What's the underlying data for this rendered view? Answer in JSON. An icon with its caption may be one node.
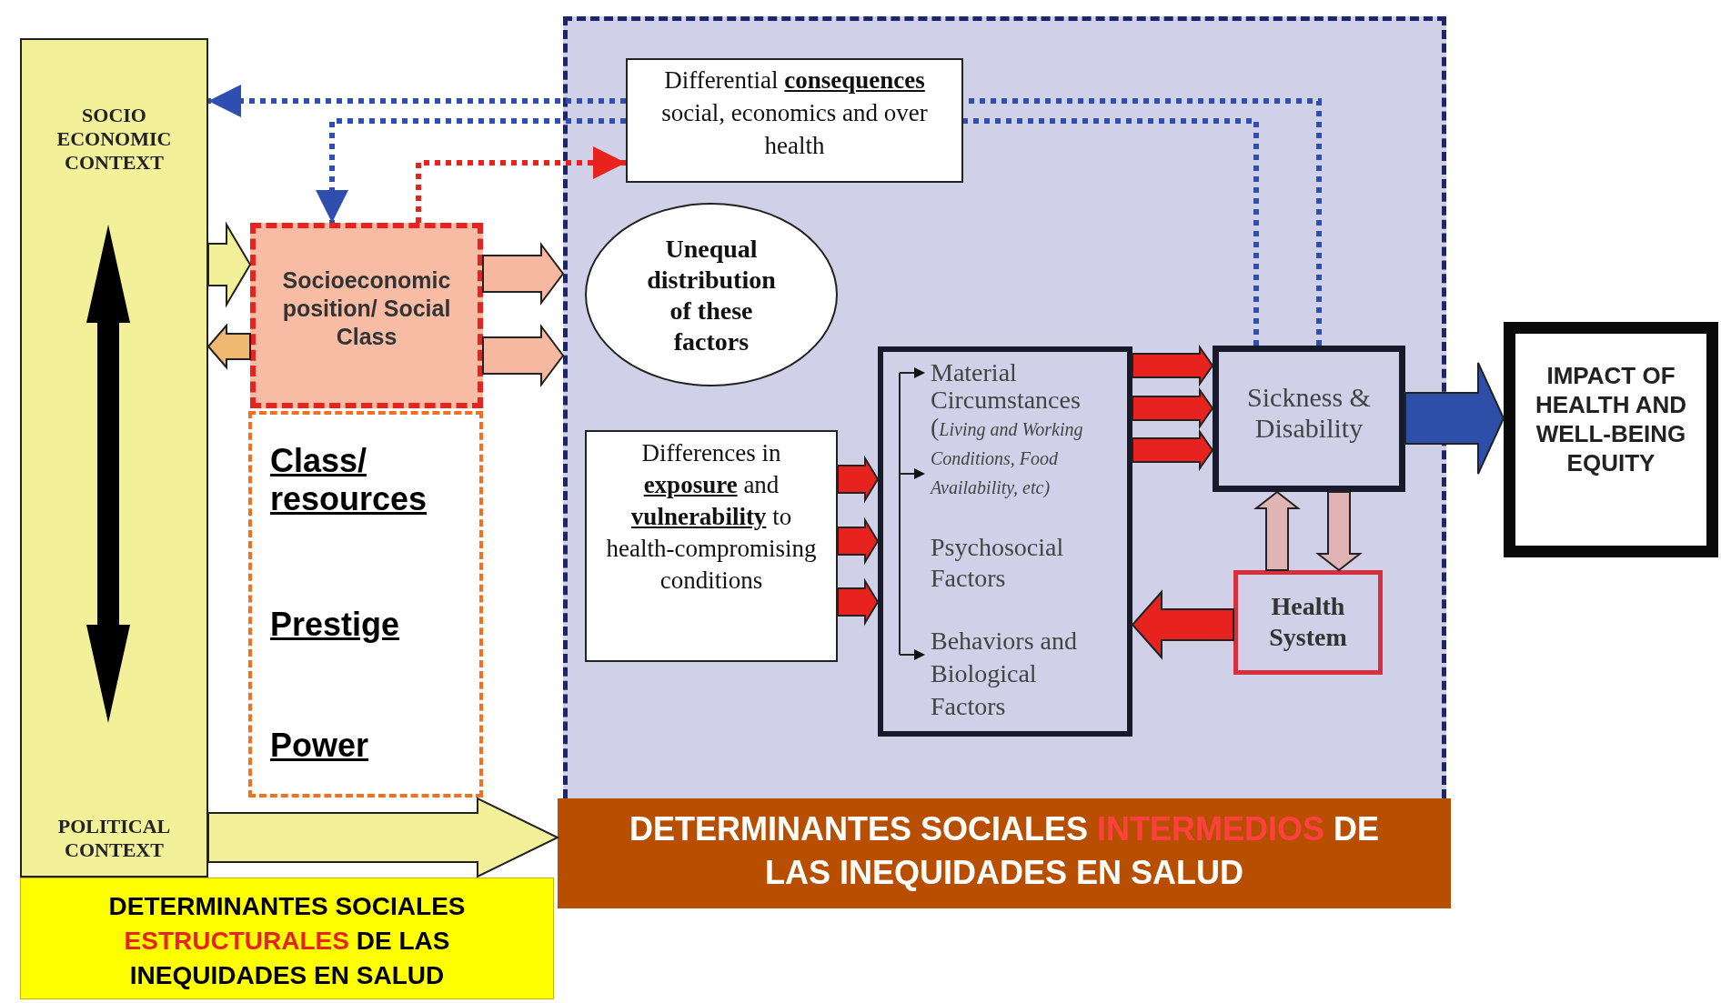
{
  "diagram": {
    "nodes": [
      {
        "text": [
          "SOCIO ECONOMIC CONTEXT",
          "POLITICAL CONTEXT"
        ]
      },
      {
        "text": [
          "Socioeconomic position/ Social Class"
        ]
      },
      {
        "text": [
          "Class/ resources",
          "Prestige",
          "Power"
        ]
      },
      {
        "text": [
          "DETERMINANTES SOCIALES **ESTRUCTURALES** DE LAS INEQUIDADES EN SALUD"
        ]
      },
      {
        "text": [],
        "shape": "box"
      },
      {
        "text": [
          "Differential **consequences** social, economics and over health"
        ],
        "in": 4
      },
      {
        "text": [
          "Unequal distribution of these factors"
        ],
        "in": 4
      },
      {
        "text": [
          "Differences in **exposure** and **vulnerability** to health-compromising conditions"
        ],
        "in": 4
      },
      {
        "text": [
          "Material Circumstances (*Living and Working Conditions, Food Availability, etc)*",
          "Psychosocial Factors",
          "Behaviors and Biological Factors"
        ],
        "in": 4
      },
      {
        "text": [
          "Sickness & Disability"
        ],
        "in": 4
      },
      {
        "text": [
          "Health System"
        ],
        "in": 4
      },
      {
        "text": [
          "IMPACT OF HEALTH AND WELL-BEING EQUITY"
        ]
      },
      {
        "text": [
          "DETERMINANTES SOCIALES **INTERMEDIOS** DE LAS INEQUIDADES EN SALUD"
        ]
      }
    ],
    "edges": [
      {
        "from": 0,
        "to": 1,
        "arrow": "to",
        "color": "#f3f09a"
      },
      {
        "from": 1,
        "to": 0,
        "arrow": "to",
        "color": "#f0b870"
      },
      {
        "from": 1,
        "to": 4,
        "arrow": "to",
        "color": "#f6b8a0"
      },
      {
        "from": 1,
        "to": 4,
        "arrow": "to",
        "color": "#f6b8a0"
      },
      {
        "from": 0,
        "to": 12,
        "arrow": "to",
        "color": "#f3f09a"
      },
      {
        "from": 7,
        "to": 8,
        "arrow": "to"
      },
      {
        "from": 7,
        "to": 8,
        "arrow": "to"
      },
      {
        "from": 7,
        "to": 8,
        "arrow": "to"
      },
      {
        "from": 8,
        "to": 9,
        "arrow": "to"
      },
      {
        "from": 8,
        "to": 9,
        "arrow": "to"
      },
      {
        "from": 8,
        "to": 9,
        "arrow": "to"
      },
      {
        "from": 10,
        "to": 8,
        "arrow": "to"
      },
      {
        "from": 10,
        "to": 9,
        "arrow": "to",
        "color": "#e0b4b4"
      },
      {
        "from": 9,
        "to": 10,
        "arrow": "to",
        "color": "#e0b4b4"
      },
      {
        "from": 9,
        "to": 11,
        "arrow": "to",
        "color": "#2e4fa8"
      },
      {
        "from": 9,
        "to": 5,
        "arrow": "none",
        "style": "dashed",
        "color": "#2e4fb0"
      },
      {
        "from": 9,
        "to": 5,
        "arrow": "none",
        "style": "dashed",
        "color": "#2e4fb0"
      },
      {
        "from": 5,
        "to": 0,
        "arrow": "to",
        "style": "dashed",
        "color": "#2e4fb0"
      },
      {
        "from": 5,
        "to": 1,
        "arrow": "to",
        "style": "dashed",
        "color": "#2e4fb0"
      },
      {
        "from": 1,
        "to": 5,
        "arrow": "to",
        "style": "dashed",
        "color": "#e8231f"
      }
    ]
  }
}
